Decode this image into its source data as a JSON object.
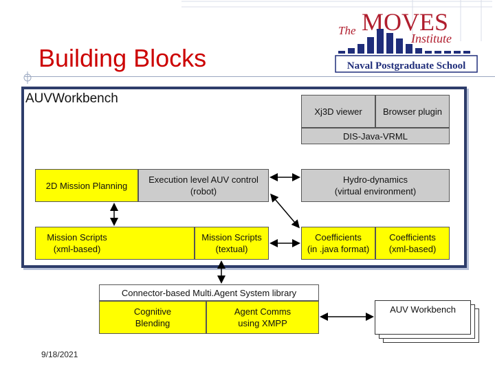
{
  "slide": {
    "title": "Building Blocks",
    "date": "9/18/2021"
  },
  "logo": {
    "the": "The",
    "moves": "MOVES",
    "institute": "Institute",
    "school": "Naval Postgraduate School"
  },
  "frame": {
    "label": "AUVWorkbench"
  },
  "boxes": {
    "xj3d": "Xj3D viewer",
    "browser": "Browser plugin",
    "dis": "DIS-Java-VRML",
    "mission_planning": "2D Mission Planning",
    "exec_control_1": "Execution level AUV control",
    "exec_control_2": "(robot)",
    "hydro_1": "Hydro-dynamics",
    "hydro_2": "(virtual environment)",
    "scripts_xml_1": "Mission Scripts",
    "scripts_xml_2": "(xml-based)",
    "scripts_text_1": "Mission Scripts",
    "scripts_text_2": "(textual)",
    "coeff_java_1": "Coefficients",
    "coeff_java_2": "(in .java format)",
    "coeff_xml_1": "Coefficients",
    "coeff_xml_2": "(xml-based)",
    "connector": "Connector-based Multi.Agent System library",
    "cognitive_1": "Cognitive",
    "cognitive_2": "Blending",
    "agent_comms_1": "Agent Comms",
    "agent_comms_2": "using XMPP",
    "auv_workbench": "AUV Workbench"
  },
  "colors": {
    "title": "#cc0000",
    "frame": "#2e3d6b",
    "yellow": "#ffff00",
    "gray": "#cccccc",
    "logo_blue": "#1f2d7a",
    "logo_red": "#b01e2e"
  }
}
